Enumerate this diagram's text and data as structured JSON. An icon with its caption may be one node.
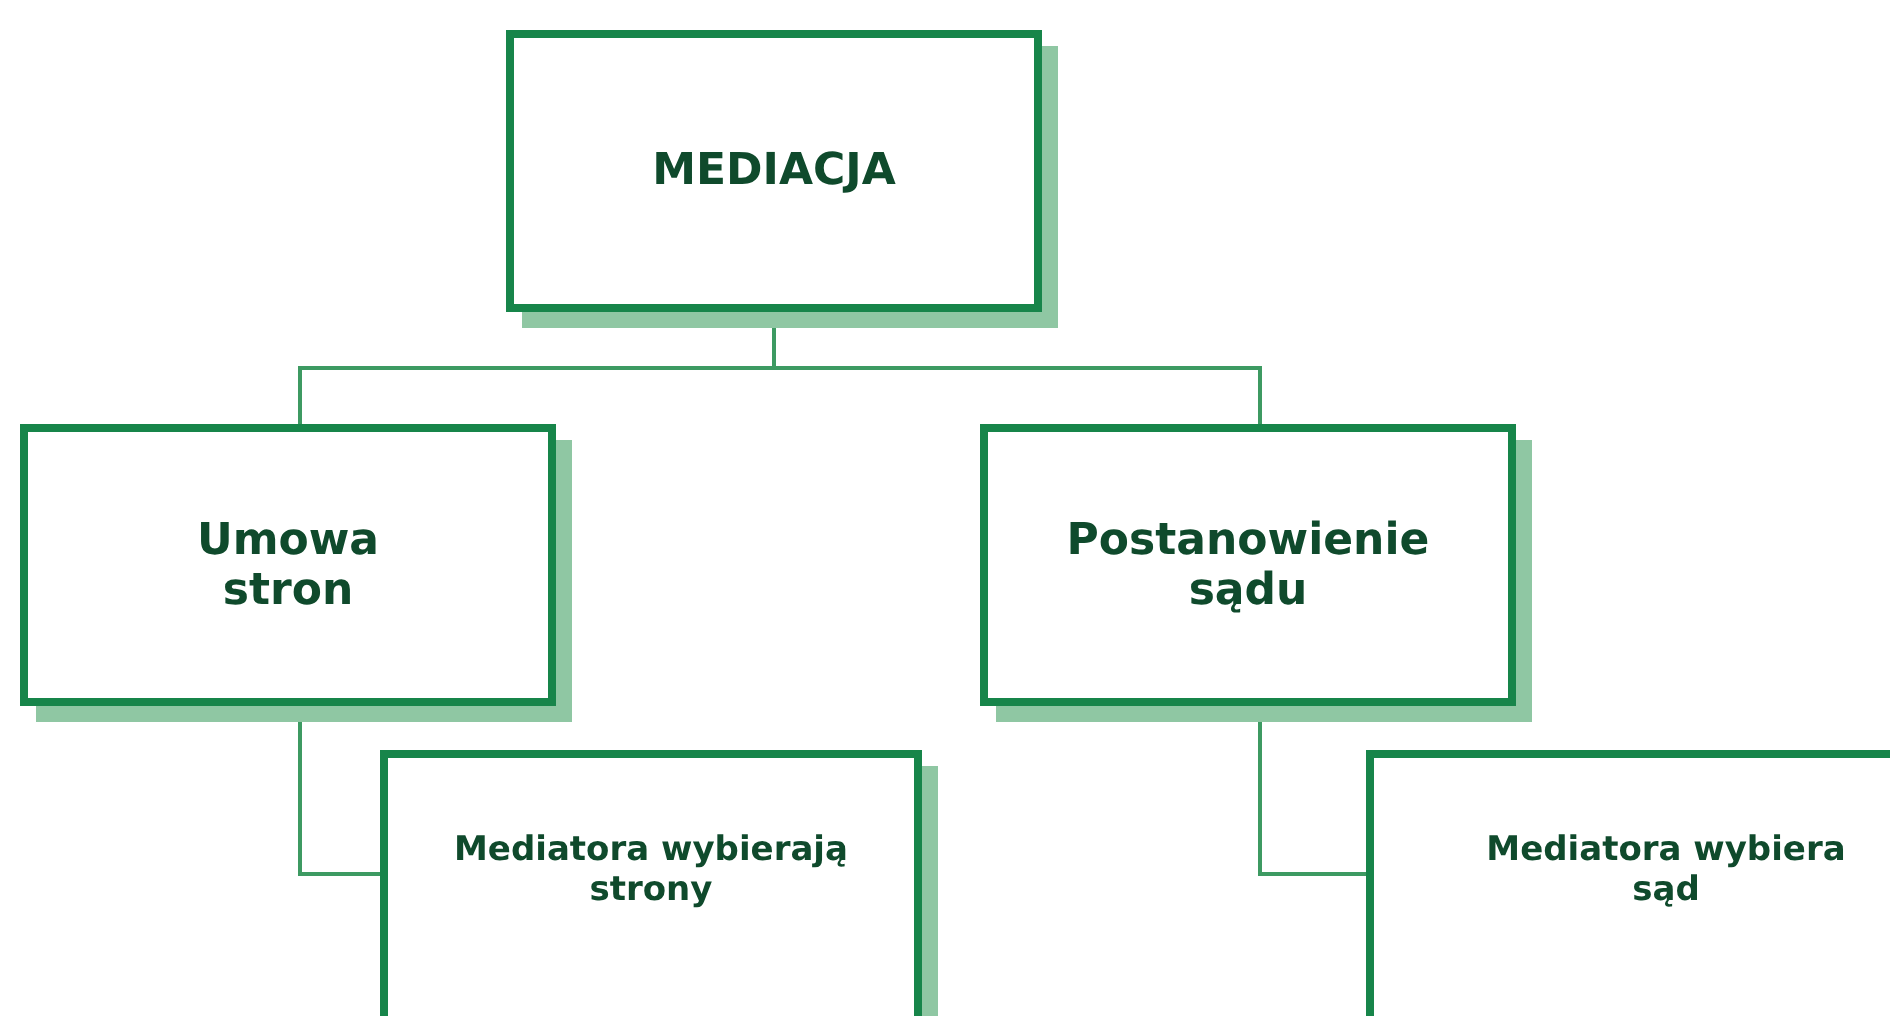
{
  "diagram": {
    "nodes": [
      {
        "text": [
          "MEDIACJA"
        ]
      },
      {
        "text": [
          "Umowa stron"
        ]
      },
      {
        "text": [
          "Postanowienie sądu"
        ]
      },
      {
        "text": [
          "Mediatora wybierają strony"
        ]
      },
      {
        "text": [
          "Mediatora wybiera sąd"
        ]
      }
    ],
    "edges": [
      {
        "from": 0,
        "to": 1,
        "arrow": "none"
      },
      {
        "from": 0,
        "to": 2,
        "arrow": "none"
      },
      {
        "from": 1,
        "to": 3,
        "arrow": "none"
      },
      {
        "from": 2,
        "to": 4,
        "arrow": "none"
      }
    ]
  }
}
